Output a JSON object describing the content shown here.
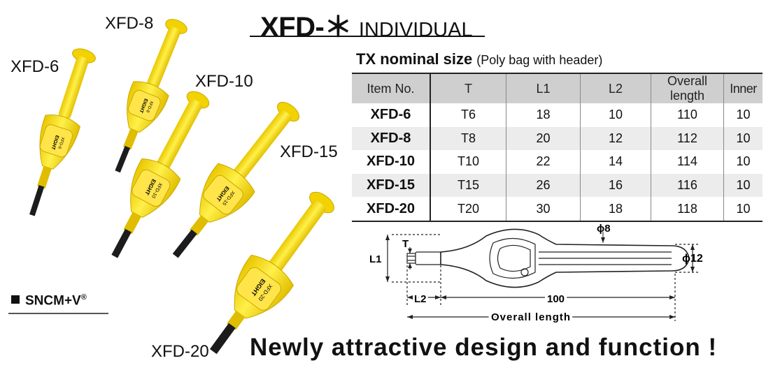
{
  "title": {
    "code": "XFD-＊",
    "subtitle": "INDIVIDUAL"
  },
  "photo_labels": [
    "XFD-6",
    "XFD-8",
    "XFD-10",
    "XFD-15",
    "XFD-20"
  ],
  "handle_text": {
    "brand": "EIGHT",
    "models": [
      "XFD-6",
      "XFD-8",
      "XFD-10",
      "XFD-15",
      "XFD-20"
    ]
  },
  "material": "SNCM+V",
  "material_mark": "®",
  "spec": {
    "heading": "TX nominal size",
    "note": "(Poly bag with header)",
    "columns": [
      "Item No.",
      "T",
      "L1",
      "L2",
      "Overall length",
      "Inner"
    ],
    "rows": [
      [
        "XFD-6",
        "T6",
        "18",
        "10",
        "110",
        "10"
      ],
      [
        "XFD-8",
        "T8",
        "20",
        "12",
        "112",
        "10"
      ],
      [
        "XFD-10",
        "T10",
        "22",
        "14",
        "114",
        "10"
      ],
      [
        "XFD-15",
        "T15",
        "26",
        "16",
        "116",
        "10"
      ],
      [
        "XFD-20",
        "T20",
        "30",
        "18",
        "118",
        "10"
      ]
    ]
  },
  "diagram": {
    "L1": "L1",
    "T": "T",
    "phi8": "ϕ8",
    "phi12": "ϕ12",
    "L2": "L2",
    "dim100": "100",
    "overall": "Overall length"
  },
  "tagline": "Newly attractive design and function !",
  "colors": {
    "handle": "#f5d800",
    "handle_dark": "#d9b400",
    "bit": "#1c1c1c",
    "header_bg": "#cfcfcf",
    "alt_row": "#ececec"
  }
}
